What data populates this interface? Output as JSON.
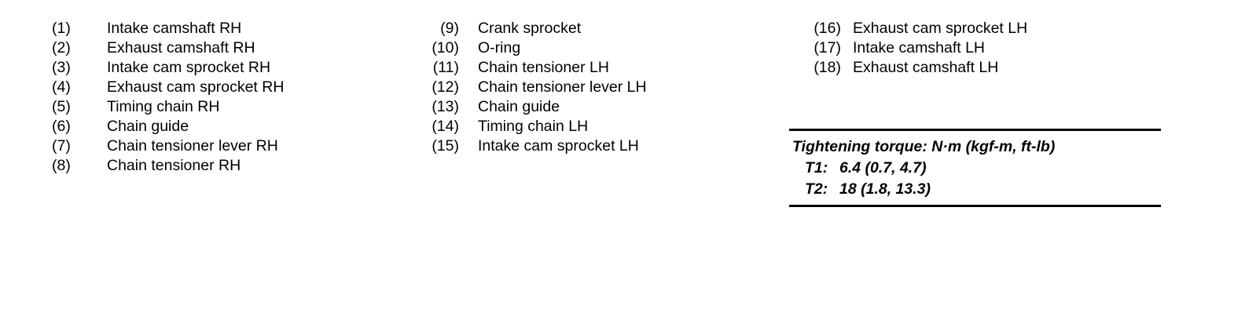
{
  "legend": {
    "columns": [
      {
        "name": "column-1",
        "items": [
          {
            "number": "(1)",
            "label": "Intake camshaft RH"
          },
          {
            "number": "(2)",
            "label": "Exhaust camshaft RH"
          },
          {
            "number": "(3)",
            "label": "Intake cam sprocket RH"
          },
          {
            "number": "(4)",
            "label": "Exhaust cam sprocket RH"
          },
          {
            "number": "(5)",
            "label": "Timing chain RH"
          },
          {
            "number": "(6)",
            "label": "Chain guide"
          },
          {
            "number": "(7)",
            "label": "Chain tensioner lever RH"
          },
          {
            "number": "(8)",
            "label": "Chain tensioner RH"
          }
        ]
      },
      {
        "name": "column-2",
        "items": [
          {
            "number": "(9)",
            "label": "Crank sprocket"
          },
          {
            "number": "(10)",
            "label": "O-ring"
          },
          {
            "number": "(11)",
            "label": "Chain tensioner LH"
          },
          {
            "number": "(12)",
            "label": "Chain tensioner lever LH"
          },
          {
            "number": "(13)",
            "label": "Chain guide"
          },
          {
            "number": "(14)",
            "label": "Timing chain LH"
          },
          {
            "number": "(15)",
            "label": "Intake cam sprocket LH"
          }
        ]
      },
      {
        "name": "column-3",
        "items": [
          {
            "number": "(16)",
            "label": "Exhaust cam sprocket LH"
          },
          {
            "number": "(17)",
            "label": "Intake camshaft LH"
          },
          {
            "number": "(18)",
            "label": "Exhaust camshaft LH"
          }
        ]
      }
    ]
  },
  "torque_table": {
    "title": "Tightening torque: N·m (kgf-m, ft-lb)",
    "rows": [
      {
        "key": "T1:",
        "value": "6.4 (0.7, 4.7)"
      },
      {
        "key": "T2:",
        "value": "18 (1.8, 13.3)"
      }
    ]
  }
}
